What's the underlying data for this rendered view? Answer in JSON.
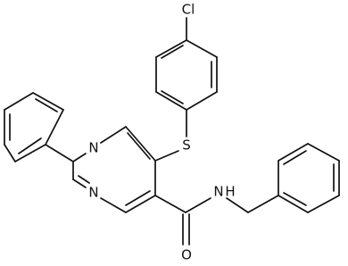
{
  "molecule": {
    "atom_labels": {
      "chlorine": "Cl",
      "sulfur": "S",
      "nitrogen_ring_top": "N",
      "nitrogen_ring_bottom": "N",
      "amide_nitrogen": "N",
      "amide_hydrogen": "H",
      "carbonyl_oxygen": "O"
    }
  },
  "colors": {
    "bond": "#111111",
    "background": "#ffffff"
  }
}
